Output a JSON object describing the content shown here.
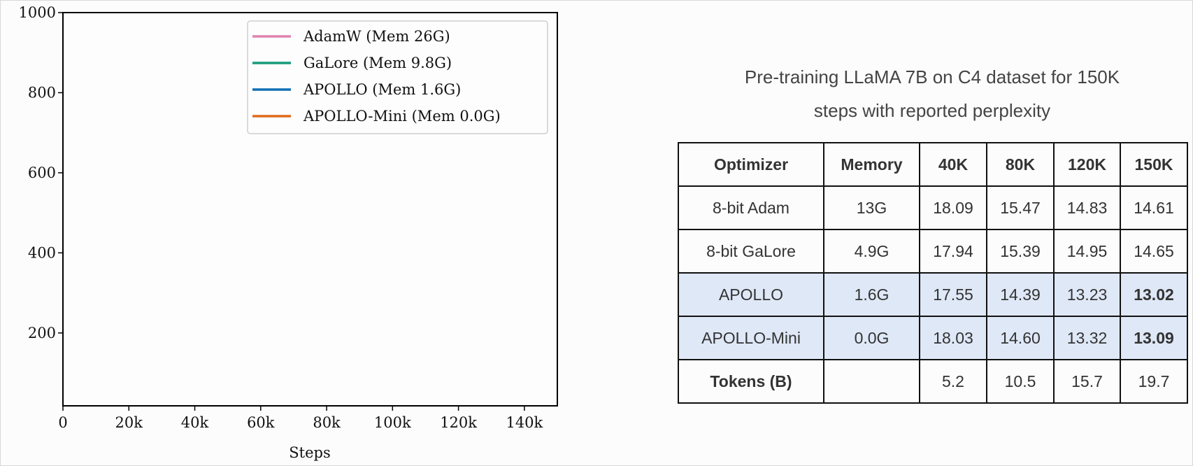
{
  "chart_data": {
    "type": "line",
    "title": "",
    "xlabel": "Steps",
    "ylabel": "",
    "xlim": [
      0,
      150000
    ],
    "ylim": [
      18,
      1000
    ],
    "x_ticks": [
      0,
      20000,
      40000,
      60000,
      80000,
      100000,
      120000,
      140000
    ],
    "x_tick_labels": [
      "0",
      "20k",
      "40k",
      "60k",
      "80k",
      "100k",
      "120k",
      "140k"
    ],
    "y_ticks": [
      200,
      400,
      600,
      800,
      1000
    ],
    "y_tick_labels": [
      "200",
      "400",
      "600",
      "800",
      "1000"
    ],
    "legend_position": "top-right",
    "grid": false,
    "series": [
      {
        "name": "AdamW (Mem 26G)",
        "color": "#e083b0",
        "values": []
      },
      {
        "name": "GaLore (Mem 9.8G)",
        "color": "#169a7c",
        "values": []
      },
      {
        "name": "APOLLO (Mem 1.6G)",
        "color": "#106fb5",
        "values": []
      },
      {
        "name": "APOLLO-Mini (Mem 0.0G)",
        "color": "#e06c1a",
        "values": []
      }
    ]
  },
  "table": {
    "title_line1": "Pre-training LLaMA 7B on C4 dataset for 150K",
    "title_line2": "steps with reported perplexity",
    "headers": [
      "Optimizer",
      "Memory",
      "40K",
      "80K",
      "120K",
      "150K"
    ],
    "rows": [
      {
        "cells": [
          "8-bit Adam",
          "13G",
          "18.09",
          "15.47",
          "14.83",
          "14.61"
        ]
      },
      {
        "cells": [
          "8-bit GaLore",
          "4.9G",
          "17.94",
          "15.39",
          "14.95",
          "14.65"
        ]
      },
      {
        "cells": [
          "APOLLO",
          "1.6G",
          "17.55",
          "14.39",
          "13.23",
          "13.02"
        ]
      },
      {
        "cells": [
          "APOLLO-Mini",
          "0.0G",
          "18.03",
          "14.60",
          "13.32",
          "13.09"
        ]
      },
      {
        "cells": [
          "Tokens (B)",
          "",
          "5.2",
          "10.5",
          "15.7",
          "19.7"
        ]
      }
    ],
    "highlight_color": "#dfe8f7"
  }
}
